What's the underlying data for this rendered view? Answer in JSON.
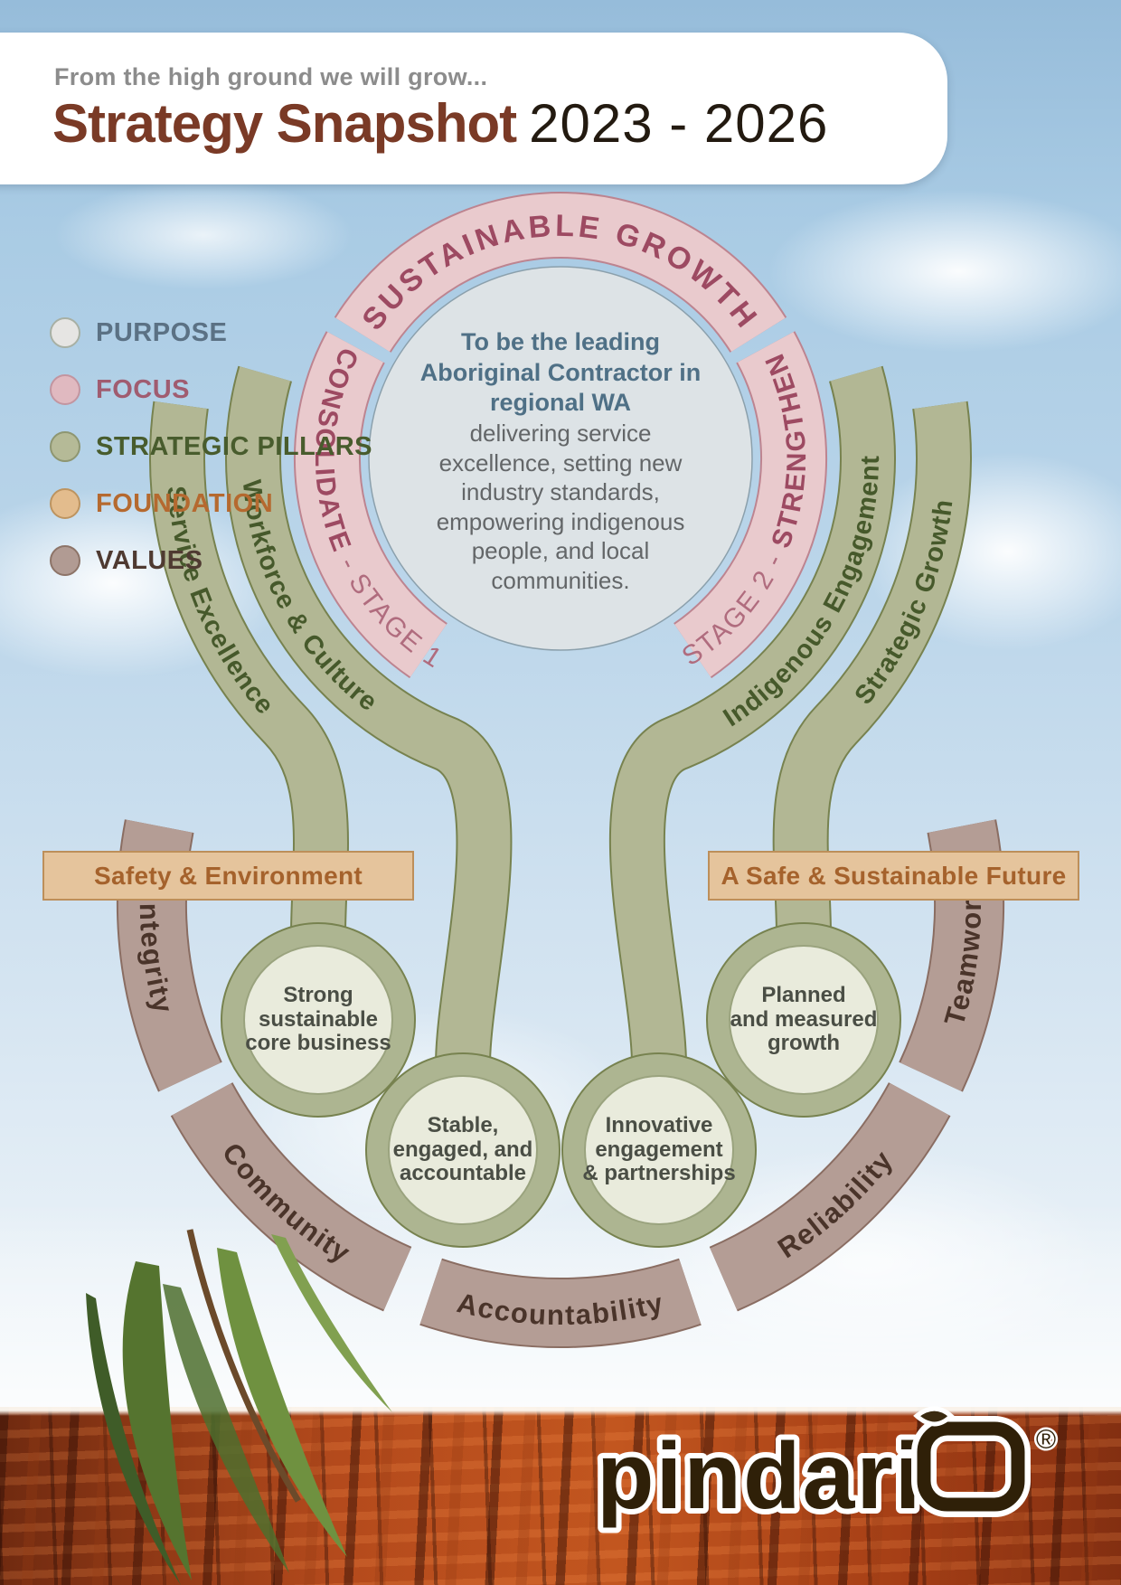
{
  "header": {
    "tagline": "From the high ground we will grow...",
    "title": "Strategy Snapshot",
    "years": "2023 - 2026"
  },
  "legend": {
    "items": [
      {
        "label": "PURPOSE",
        "swatch": "#e6e5e3",
        "swatch_border": "#a8b0a4",
        "label_color": "#5b7184"
      },
      {
        "label": "FOCUS",
        "swatch": "#e0b9c0",
        "swatch_border": "#c295a0",
        "label_color": "#a05c70"
      },
      {
        "label": "STRATEGIC PILLARS",
        "swatch": "#b5ba97",
        "swatch_border": "#8e9671",
        "label_color": "#485c2d"
      },
      {
        "label": "FOUNDATION",
        "swatch": "#e3bc8d",
        "swatch_border": "#bd9460",
        "label_color": "#b5692f"
      },
      {
        "label": "VALUES",
        "swatch": "#b19b93",
        "swatch_border": "#8d7468",
        "label_color": "#4f3a31"
      }
    ]
  },
  "focus": {
    "top": "SUSTAINABLE GROWTH",
    "left_bold": "CONSOLIDATE",
    "left_light": " - STAGE 1",
    "right_light": "STAGE 2 - ",
    "right_bold": "STRENGTHEN"
  },
  "purpose": {
    "statement_bold": "To be the leading Aboriginal Contractor in regional WA",
    "statement_rest": "delivering service excellence, setting new industry standards, empowering indigenous people, and local communities."
  },
  "pillars": [
    {
      "label": "Workforce & Culture"
    },
    {
      "label": "Service Excellence"
    },
    {
      "label": "Indigenous Engagement"
    },
    {
      "label": "Strategic Growth"
    }
  ],
  "foundation": {
    "left": "Safety & Environment",
    "right": "A Safe & Sustainable Future"
  },
  "values": [
    "Integrity",
    "Community",
    "Accountability",
    "Reliability",
    "Teamwork"
  ],
  "outcomes": [
    {
      "lines": [
        "Strong",
        "sustainable",
        "core business"
      ]
    },
    {
      "lines": [
        "Stable,",
        "engaged, and",
        "accountable"
      ]
    },
    {
      "lines": [
        "Innovative",
        "engagement",
        "& partnerships"
      ]
    },
    {
      "lines": [
        "Planned",
        "and measured",
        "growth"
      ]
    }
  ],
  "logo": {
    "wordmark": "pindari",
    "registered": "®"
  },
  "colors": {
    "focus_fill": "#e9cacd",
    "focus_text": "#9d4a62",
    "pillar_fill": "#b2b794",
    "pillar_text": "#46592b",
    "foundation_fill": "#e5c49c",
    "foundation_text": "#a5622c",
    "values_fill": "#b49d95",
    "values_text": "#4a342a",
    "purpose_fill": "#dde3e6",
    "purpose_text": "#4f7086",
    "title_brown": "#7a3a26"
  }
}
